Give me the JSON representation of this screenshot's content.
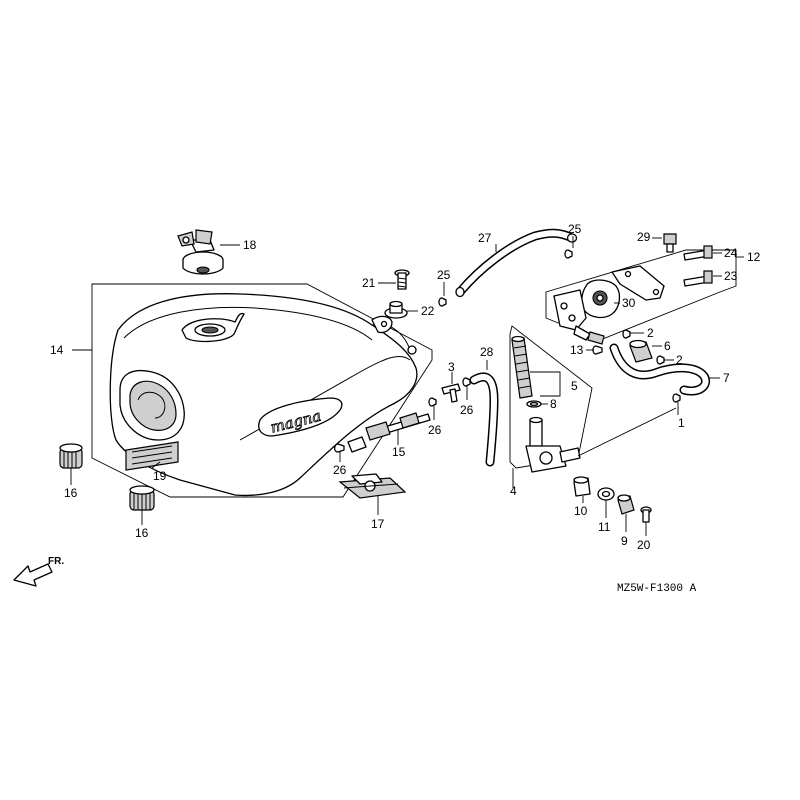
{
  "diagram_code": "MZ5W-F1300 A",
  "direction_label": "FR.",
  "tank_brand_script": "magna",
  "callouts": {
    "c1": "1",
    "c2a": "2",
    "c2b": "2",
    "c3": "3",
    "c4": "4",
    "c5": "5",
    "c6": "6",
    "c7": "7",
    "c8": "8",
    "c9": "9",
    "c10": "10",
    "c11": "11",
    "c12": "12",
    "c13": "13",
    "c14": "14",
    "c15": "15",
    "c16a": "16",
    "c16b": "16",
    "c17": "17",
    "c18": "18",
    "c19": "19",
    "c20": "20",
    "c21": "21",
    "c22": "22",
    "c23": "23",
    "c24": "24",
    "c25a": "25",
    "c25b": "25",
    "c26a": "26",
    "c26b": "26",
    "c26c": "26",
    "c27": "27",
    "c28": "28",
    "c29": "29",
    "c30": "30"
  }
}
